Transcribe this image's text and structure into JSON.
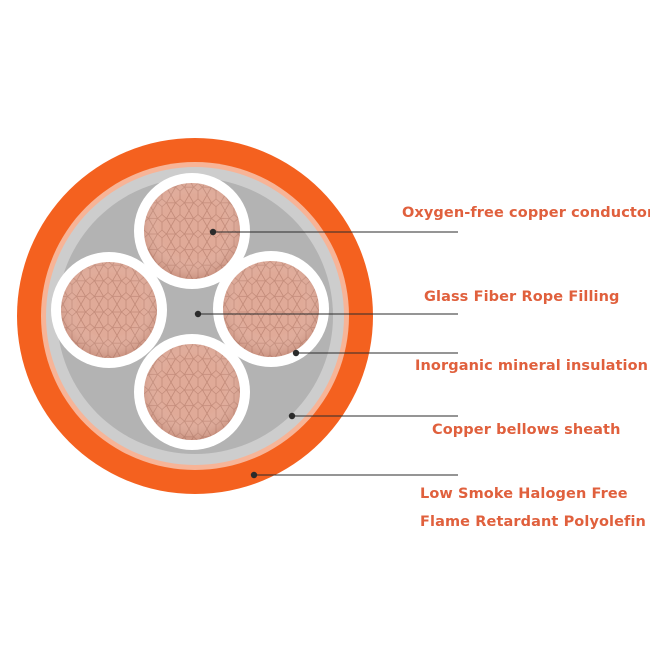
{
  "colors": {
    "outer_sheath": "#f4611f",
    "sheath_inner_ring": "#f7b497",
    "bellows": "#cdcdcd",
    "filling": "#b3b3b3",
    "insulation": "#ffffff",
    "copper": "#e0aa98",
    "copper_wire_line": "#b8806e",
    "leader_line": "#2b2b2b",
    "label_text": "#e0603d"
  },
  "labels": {
    "conductor": "Oxygen-free copper conductor",
    "filling": "Glass Fiber Rope Filling",
    "insulation": "Inorganic mineral insulation",
    "bellows": "Copper bellows sheath",
    "sheath_line1": "Low Smoke Halogen Free",
    "sheath_line2": "Flame Retardant Polyolefin"
  }
}
